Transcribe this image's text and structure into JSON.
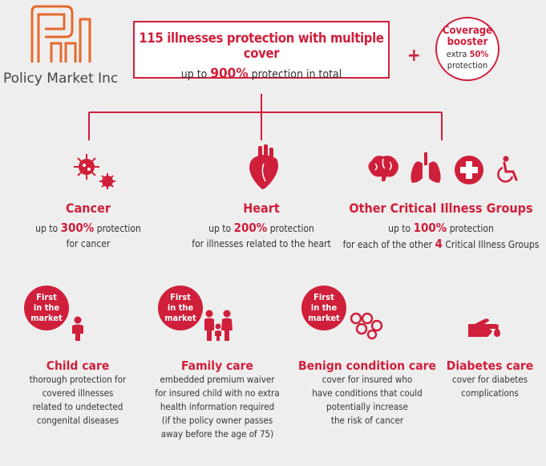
{
  "brand": {
    "name": "Policy Market Inc",
    "color": "#cf1f3a"
  },
  "header": {
    "title": "115 illnesses protection with multiple cover",
    "sub_pre": "up to ",
    "sub_value": "900%",
    "sub_post": " protection in total"
  },
  "plus_sign": "+",
  "booster": {
    "line1": "Coverage",
    "line2": "booster",
    "line3_pre": "extra ",
    "line3_value": "50%",
    "line4": "protection"
  },
  "groups": [
    {
      "title": "Cancer",
      "pre": "up to ",
      "value": "300%",
      "post": " protection",
      "line2": "for cancer",
      "icon": "virus-icon"
    },
    {
      "title": "Heart",
      "pre": "up to ",
      "value": "200%",
      "post": " protection",
      "line2": "for illnesses related to the heart",
      "icon": "heart-icon"
    },
    {
      "title": "Other Critical Illness Groups",
      "pre": "up to ",
      "value": "100%",
      "post": " protection",
      "line2_pre": "for each of the other ",
      "line2_value": "4",
      "line2_post": " Critical Illness Groups",
      "icons": [
        "brain-icon",
        "lungs-icon",
        "medical-cross-icon",
        "wheelchair-icon"
      ]
    }
  ],
  "badge": {
    "l1": "First",
    "l2": "in the",
    "l3": "market"
  },
  "benefits": [
    {
      "title": "Child care",
      "lines": [
        "thorough protection for",
        "covered illnesses",
        "related to undetected",
        "congenital diseases"
      ],
      "icon": "child-icon"
    },
    {
      "title": "Family care",
      "lines": [
        "embedded premium waiver",
        "for insured child with no extra",
        "health information required",
        "(if the policy owner passes",
        "away before the age of 75)"
      ],
      "icon": "family-icon"
    },
    {
      "title": "Benign condition care",
      "lines": [
        "cover for insured who",
        "have conditions that could",
        "potentially increase",
        "the risk of cancer"
      ],
      "icon": "cells-icon"
    },
    {
      "title": "Diabetes care",
      "lines": [
        "cover for diabetes",
        "complications"
      ],
      "icon": "glucose-test-icon"
    }
  ]
}
